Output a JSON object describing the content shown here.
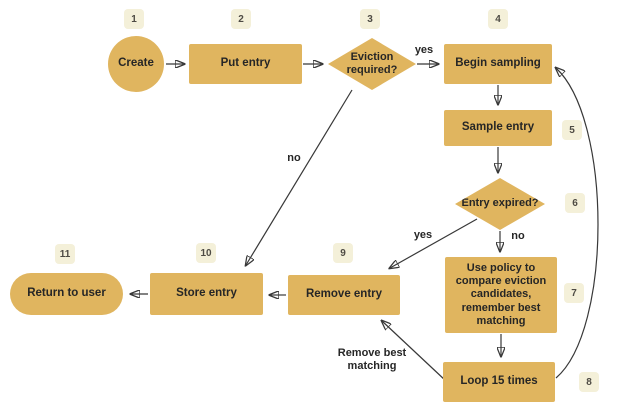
{
  "diagram": {
    "background": "#ffffff",
    "colors": {
      "node_fill": "#e0b55f",
      "badge_fill": "#f4f0d9",
      "badge_text": "#4e4b44",
      "node_text": "#262626",
      "connector": "#383838"
    },
    "nodes": [
      {
        "step": "1",
        "label": "Create",
        "shape": "circle"
      },
      {
        "step": "2",
        "label": "Put entry",
        "shape": "rectangle"
      },
      {
        "step": "3",
        "label": "Eviction required?",
        "shape": "diamond"
      },
      {
        "step": "4",
        "label": "Begin sampling",
        "shape": "rectangle"
      },
      {
        "step": "5",
        "label": "Sample entry",
        "shape": "rectangle"
      },
      {
        "step": "6",
        "label": "Entry expired?",
        "shape": "diamond"
      },
      {
        "step": "7",
        "label": "Use policy to compare eviction candidates, remember best matching",
        "shape": "rectangle"
      },
      {
        "step": "8",
        "label": "Loop 15 times",
        "shape": "rectangle"
      },
      {
        "step": "9",
        "label": "Remove entry",
        "shape": "rectangle"
      },
      {
        "step": "10",
        "label": "Store entry",
        "shape": "rectangle"
      },
      {
        "step": "11",
        "label": "Return to user",
        "shape": "rounded"
      }
    ],
    "edge_labels": {
      "eviction_yes": "yes",
      "eviction_no": "no",
      "expired_yes": "yes",
      "expired_no": "no",
      "loop_to_remove": "Remove best matching"
    },
    "edges": [
      {
        "from": "Create",
        "to": "Put entry"
      },
      {
        "from": "Put entry",
        "to": "Eviction required?"
      },
      {
        "from": "Eviction required?",
        "to": "Begin sampling",
        "label": "yes"
      },
      {
        "from": "Eviction required?",
        "to": "Store entry",
        "label": "no"
      },
      {
        "from": "Begin sampling",
        "to": "Sample entry"
      },
      {
        "from": "Sample entry",
        "to": "Entry expired?"
      },
      {
        "from": "Entry expired?",
        "to": "Remove entry",
        "label": "yes"
      },
      {
        "from": "Entry expired?",
        "to": "Use policy to compare eviction candidates, remember best matching",
        "label": "no"
      },
      {
        "from": "Use policy to compare eviction candidates, remember best matching",
        "to": "Loop 15 times"
      },
      {
        "from": "Loop 15 times",
        "to": "Remove entry",
        "label": "Remove best matching"
      },
      {
        "from": "Loop 15 times",
        "to": "Begin sampling"
      },
      {
        "from": "Remove entry",
        "to": "Store entry"
      },
      {
        "from": "Store entry",
        "to": "Return to user"
      }
    ]
  }
}
